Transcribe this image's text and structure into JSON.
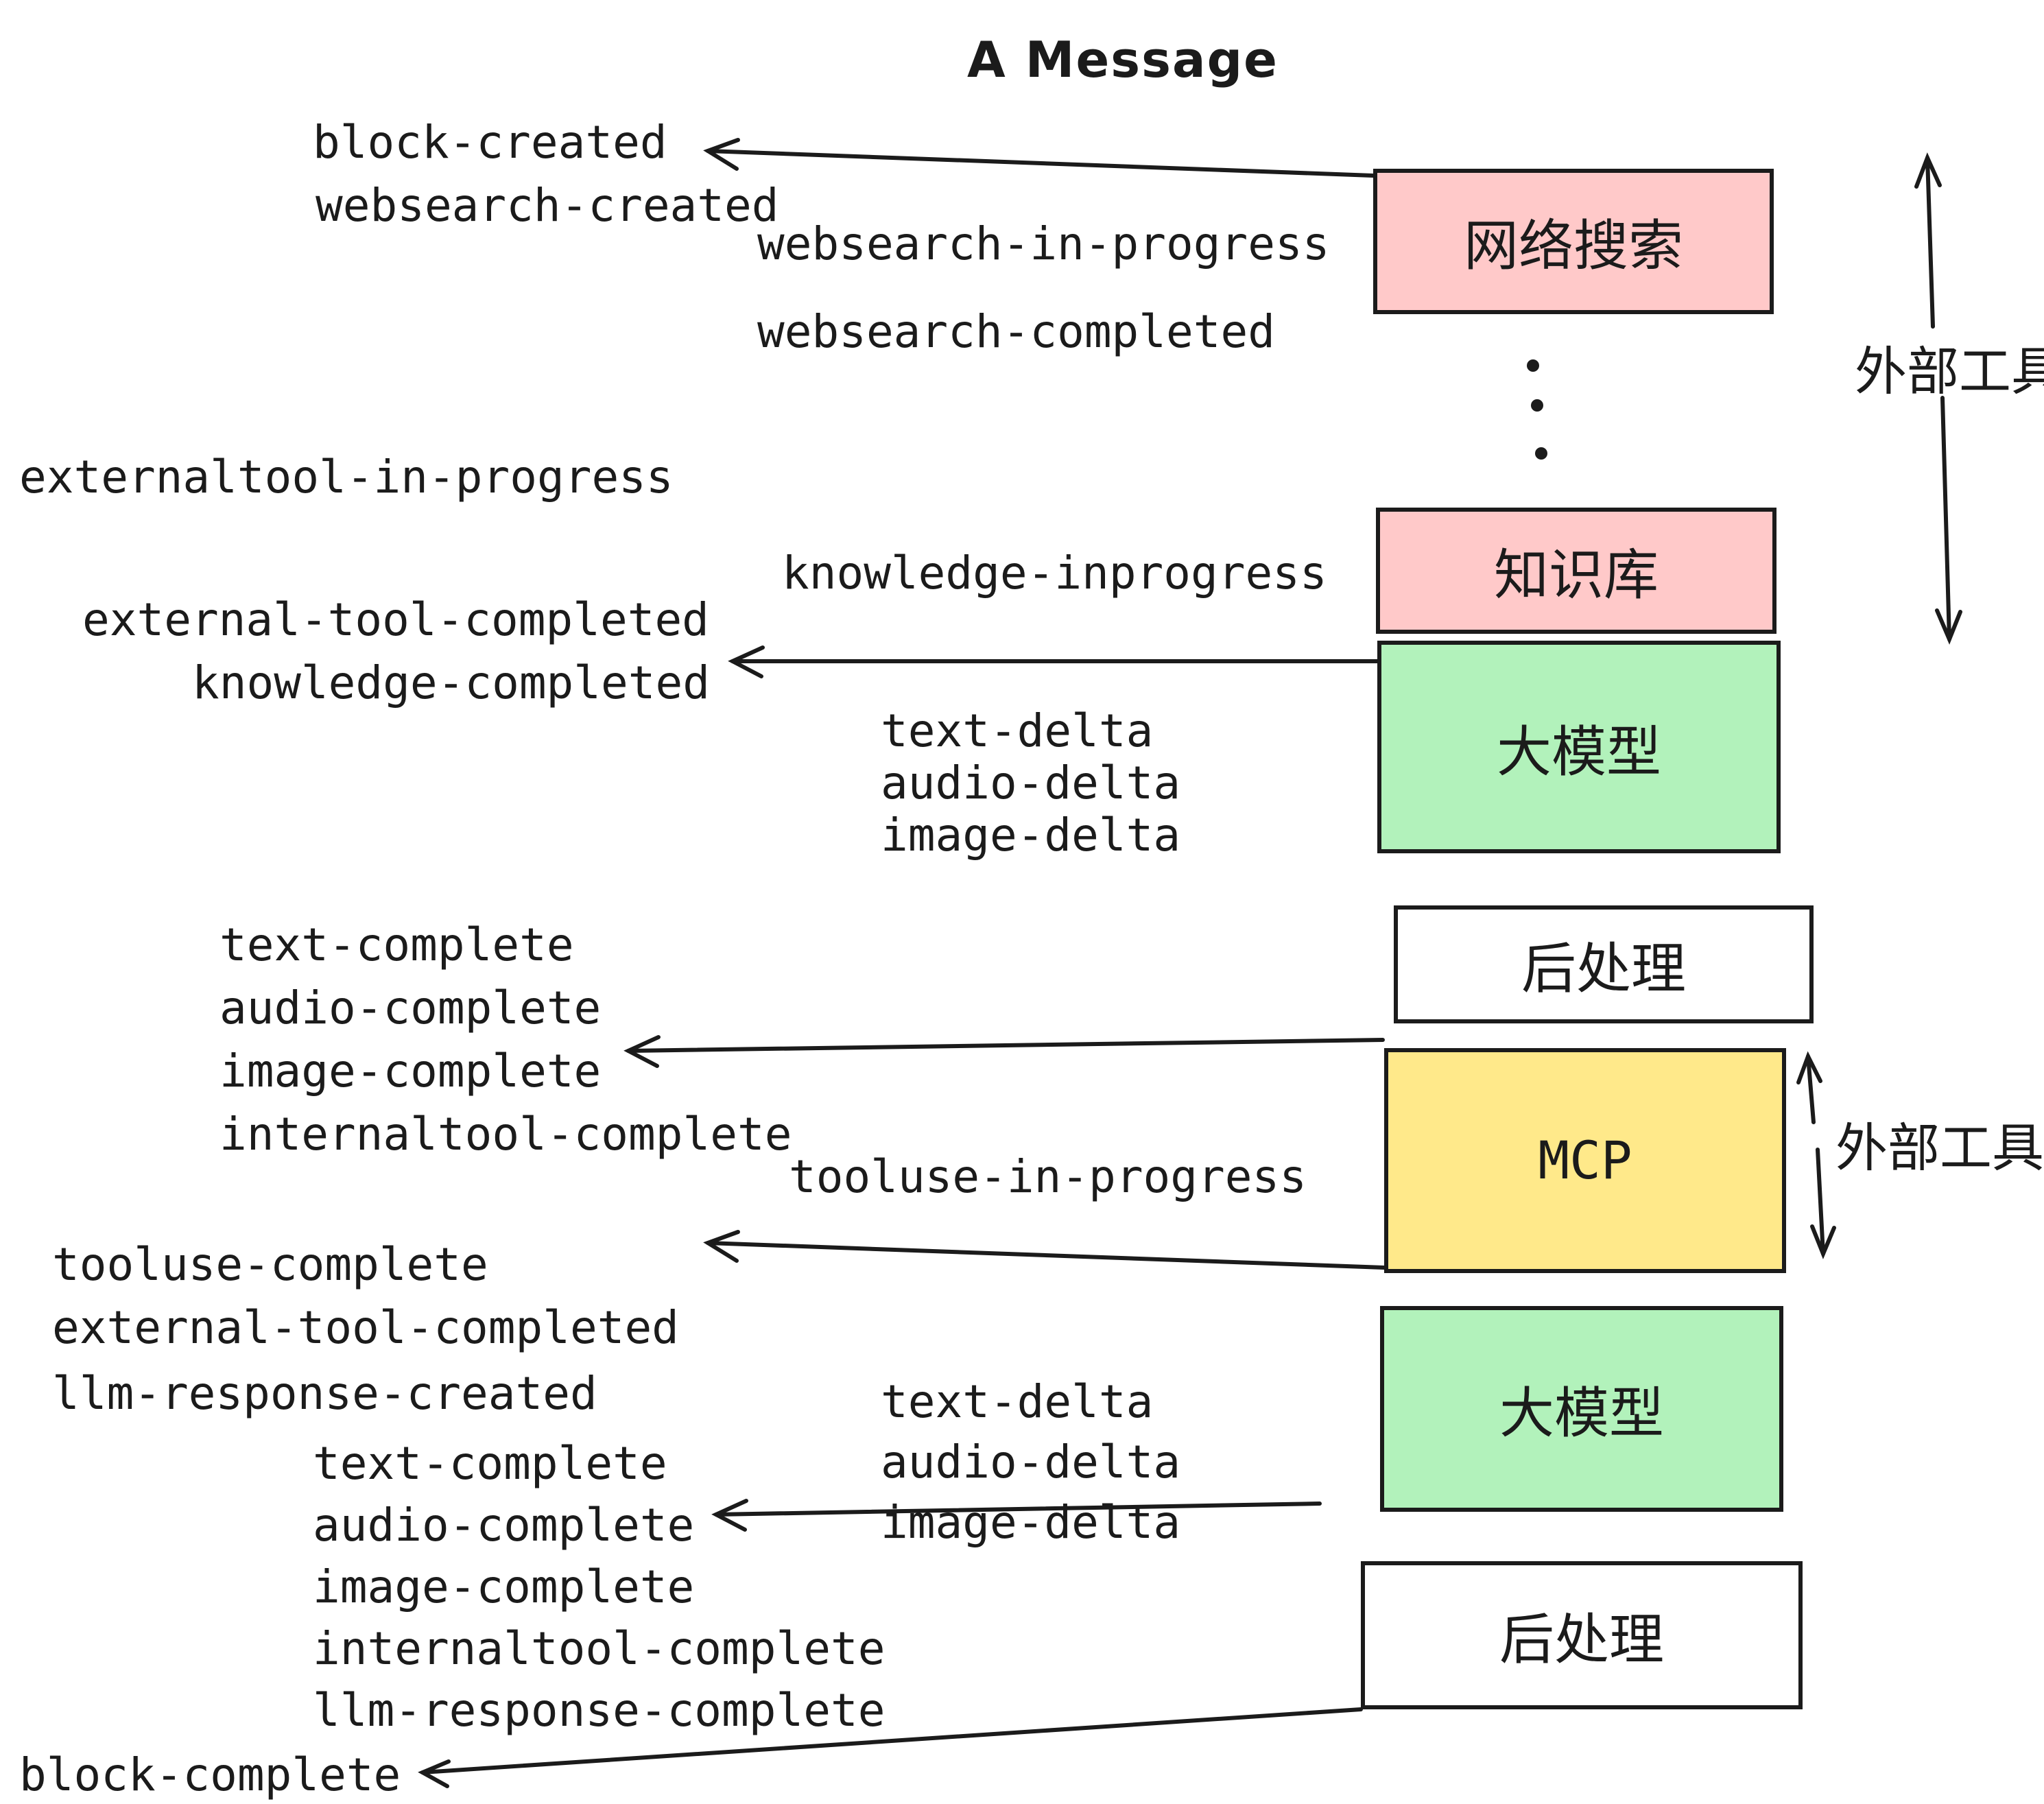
{
  "title": "A Message",
  "colors": {
    "pink": "#ffc9c9",
    "green": "#b2f2bb",
    "yellow": "#ffe98a",
    "white": "#ffffff",
    "ink": "#1b1b1b"
  },
  "boxes": {
    "websearch": "网络搜索",
    "knowledge": "知识库",
    "llm1": "大模型",
    "postprocess1": "后处理",
    "mcp": "MCP",
    "llm2": "大模型",
    "postprocess2": "后处理"
  },
  "side_labels": {
    "external_tools_top": "外部工具",
    "external_tools_mid": "外部工具"
  },
  "events": {
    "block_created": "block-created",
    "websearch_created": "websearch-created",
    "websearch_in_progress": "websearch-in-progress",
    "websearch_completed": "websearch-completed",
    "externaltool_in_progress": "externaltool-in-progress",
    "knowledge_inprogress": "knowledge-inprogress",
    "external_tool_completed": "external-tool-completed",
    "knowledge_completed": "knowledge-completed",
    "delta_group_1": [
      "text-delta",
      "audio-delta",
      "image-delta"
    ],
    "complete_group_1": [
      "text-complete",
      "audio-complete",
      "image-complete",
      "internaltool-complete"
    ],
    "tooluse_in_progress": "tooluse-in-progress",
    "tooluse_complete": "tooluse-complete",
    "external_tool_completed_2": "external-tool-completed",
    "llm_response_created": "llm-response-created",
    "delta_group_2": [
      "text-delta",
      "audio-delta",
      "image-delta"
    ],
    "complete_group_2": [
      "text-complete",
      "audio-complete",
      "image-complete",
      "internaltool-complete",
      "llm-response-complete"
    ],
    "block_complete": "block-complete"
  }
}
